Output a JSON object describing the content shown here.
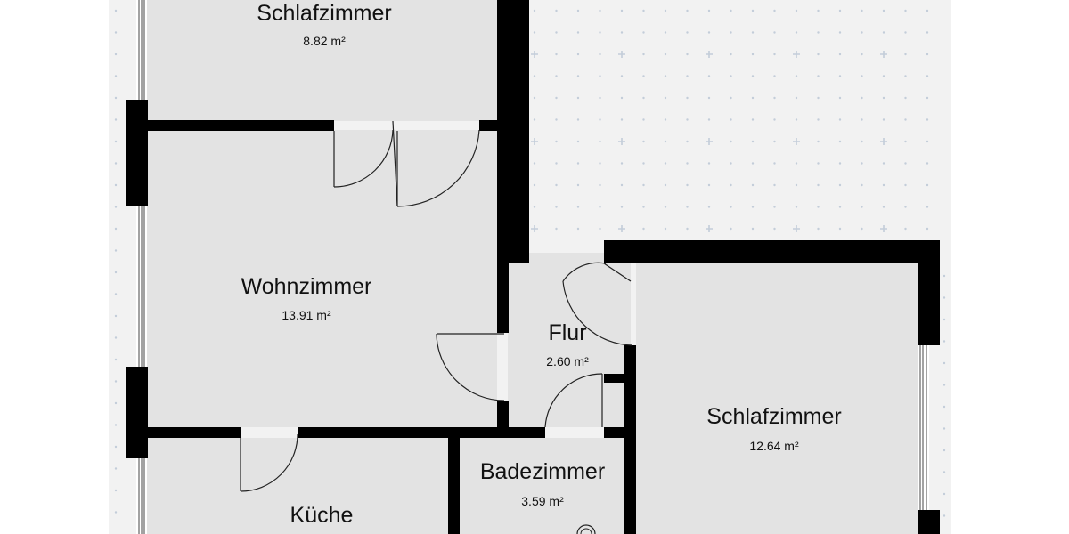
{
  "colors": {
    "background": "#f2f2f2",
    "page": "#ffffff",
    "floor": "#e3e3e3",
    "wall": "#000000",
    "grid_mark": "#c3cdd9",
    "text": "#111111"
  },
  "rooms": [
    {
      "id": "schlafzimmer-top",
      "name": "Schlafzimmer",
      "area": "8.82 m²"
    },
    {
      "id": "wohnzimmer",
      "name": "Wohnzimmer",
      "area": "13.91 m²"
    },
    {
      "id": "flur",
      "name": "Flur",
      "area": "2.60 m²"
    },
    {
      "id": "schlafzimmer-right",
      "name": "Schlafzimmer",
      "area": "12.64 m²"
    },
    {
      "id": "badezimmer",
      "name": "Badezimmer",
      "area": "3.59 m²"
    },
    {
      "id": "kueche",
      "name": "Küche"
    }
  ]
}
